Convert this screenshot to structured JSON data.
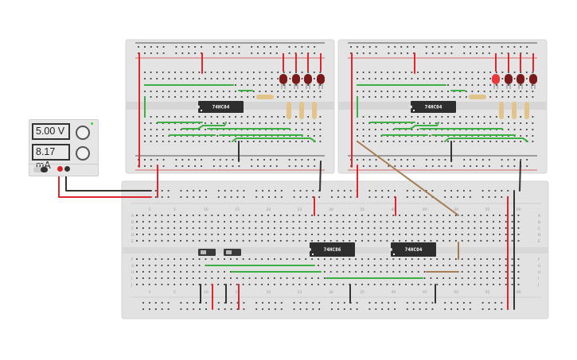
{
  "power_supply": {
    "voltage": "5.00 V",
    "current": "8.17 mA",
    "indicator_color": "#3ad13a"
  },
  "top_left_board": {
    "chip": "74HC04",
    "leds": [
      "off",
      "off",
      "off",
      "off"
    ]
  },
  "top_right_board": {
    "chip": "74HC04",
    "leds": [
      "on",
      "off",
      "off",
      "off"
    ]
  },
  "main_board": {
    "chips": [
      "74HC86",
      "74HC04"
    ],
    "row_labels_top": [
      "A",
      "B",
      "C",
      "D",
      "E"
    ],
    "row_labels_bottom": [
      "F",
      "G",
      "H",
      "I",
      "J"
    ],
    "column_labels": [
      "1",
      "5",
      "10",
      "15",
      "20",
      "25",
      "30",
      "35",
      "40",
      "45",
      "50",
      "55",
      "60"
    ]
  },
  "colors": {
    "wire_red": "#e0262b",
    "wire_black": "#333333",
    "wire_green": "#3cb043",
    "wire_brown": "#a67c52",
    "led_off": "#7a1a1a",
    "led_on": "#e8383d"
  }
}
